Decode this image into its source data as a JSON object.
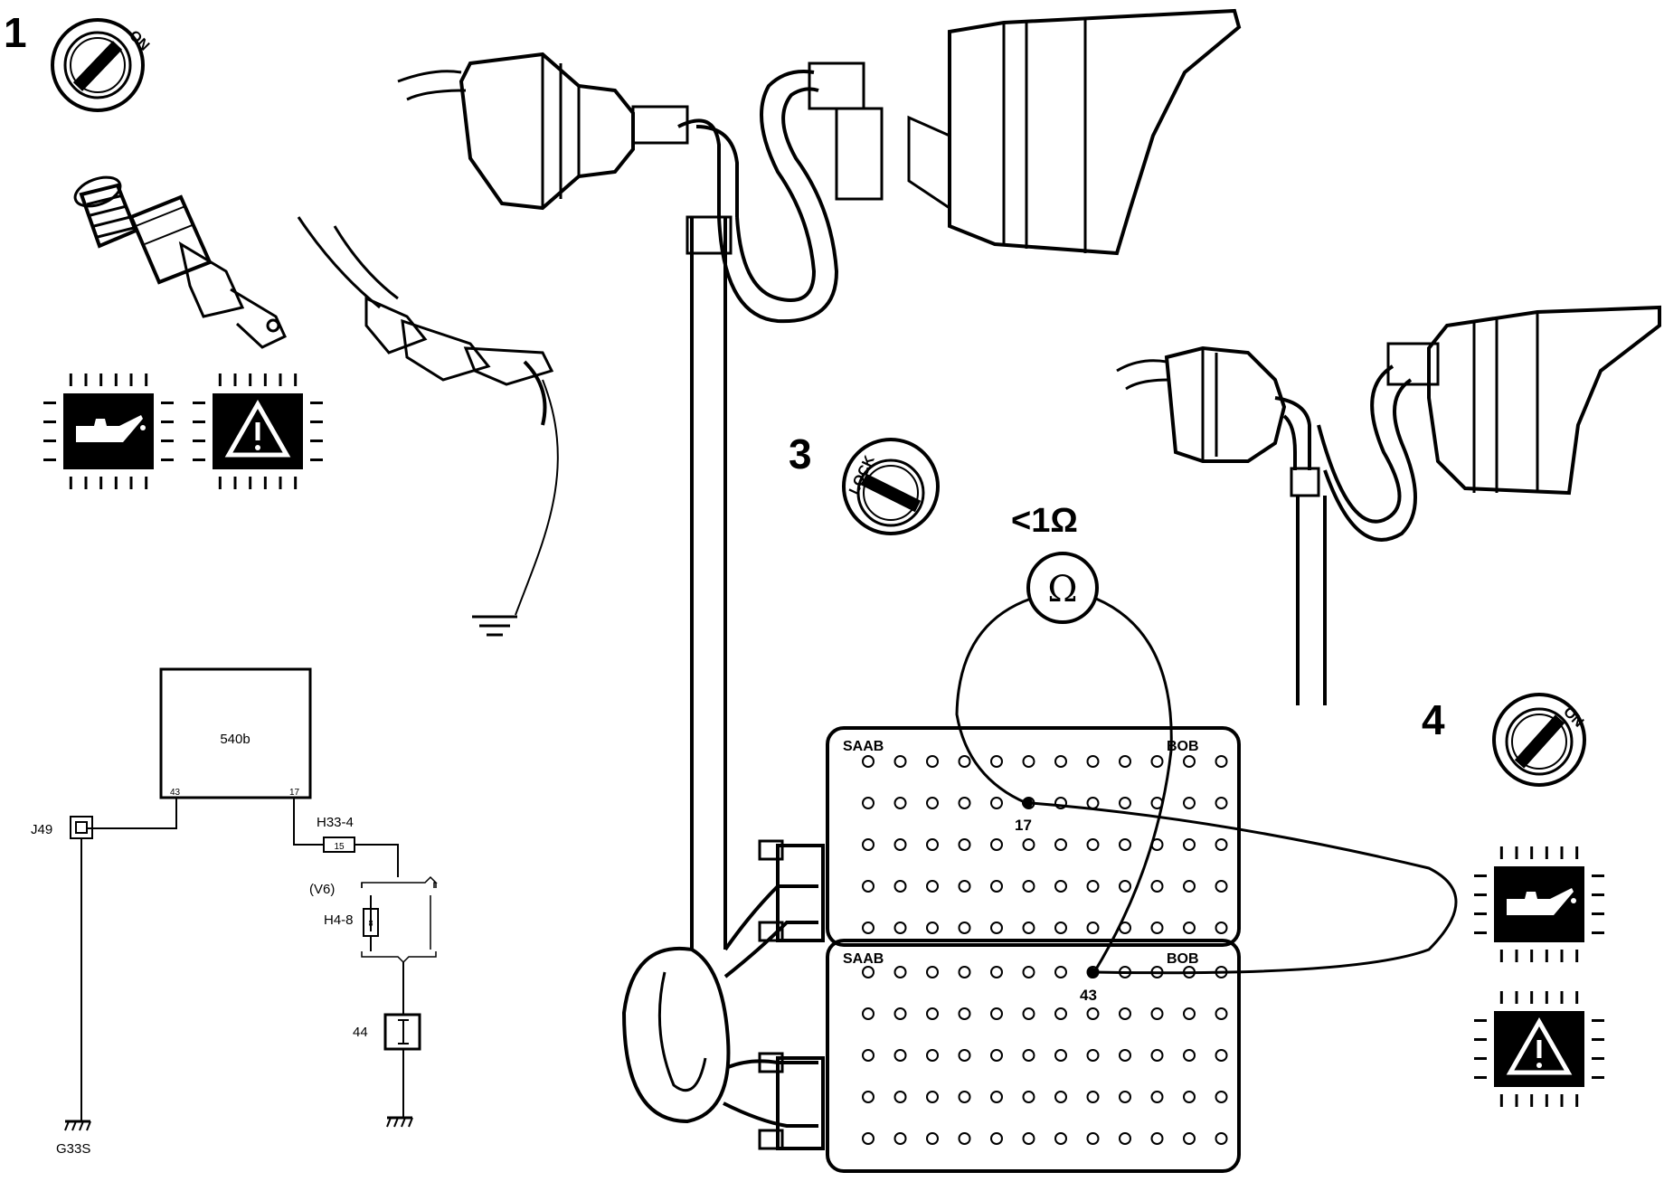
{
  "steps": {
    "s1": "1",
    "s3": "3",
    "s4": "4"
  },
  "ignition": {
    "on_1": "ON",
    "lock_3": "LOCK",
    "on_4": "ON"
  },
  "meter": {
    "reading": "<1Ω",
    "symbol": "Ω"
  },
  "bob": {
    "upper": {
      "brand": "SAAB",
      "label": "BOB",
      "pin_a": "17"
    },
    "lower": {
      "brand": "SAAB",
      "label": "BOB",
      "pin_b": "43"
    }
  },
  "schematic": {
    "module": "540b",
    "pin_left": "43",
    "pin_right": "17",
    "j49": "J49",
    "h33": "H33-4",
    "h33_value": "15",
    "v6": "(V6)",
    "h4": "H4-8",
    "h4_value": "8",
    "c44": "44",
    "ground": "G33S"
  },
  "icons": [
    "oil-pressure-warning-icon",
    "general-warning-icon",
    "ground-symbol-icon",
    "ignition-key-icon",
    "ohmmeter-icon"
  ]
}
